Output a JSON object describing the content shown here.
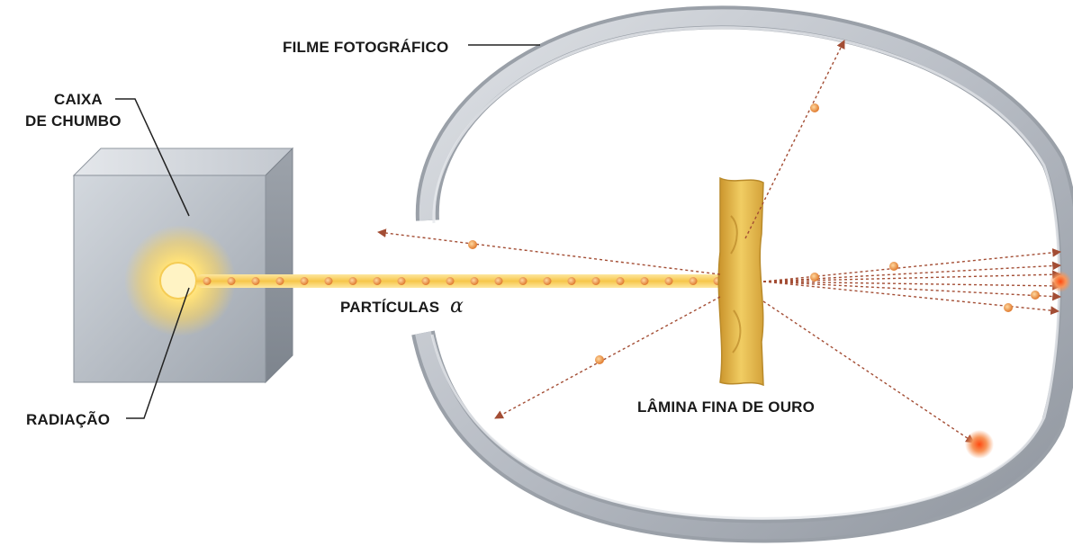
{
  "labels": {
    "film": "FILME FOTOGRÁFICO",
    "box_line1": "CAIXA",
    "box_line2": "DE CHUMBO",
    "radiation": "RADIAÇÃO",
    "particles": "PARTÍCULAS",
    "alpha_symbol": "α",
    "gold_foil": "LÂMINA FINA DE OURO"
  },
  "colors": {
    "background": "#ffffff",
    "lead_box": "#b8bec6",
    "film": "#c6cbd2",
    "gold_foil": "#e0b64a",
    "beam": "#f7cf63",
    "particle": "#e8893a",
    "trajectory": "#b05a3c",
    "impact": "#f06a2a"
  }
}
